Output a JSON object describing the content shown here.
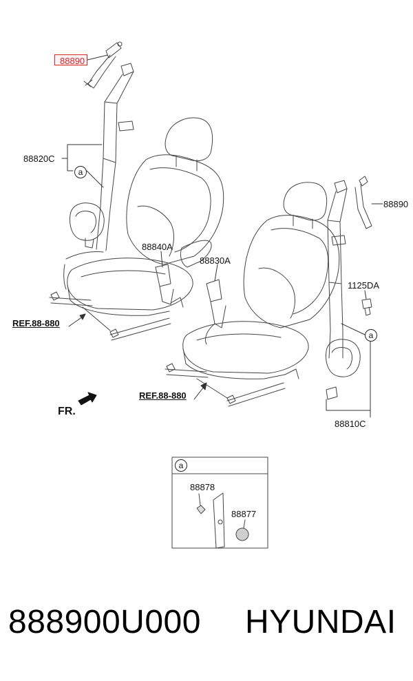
{
  "labels": {
    "highlight_part": "88890",
    "left_retractor": "88820C",
    "left_buckle": "88840A",
    "right_buckle": "88830A",
    "right_anchor": "88890",
    "bolt": "1125DA",
    "right_retractor": "88810C",
    "ref_left": "REF.88-880",
    "ref_right": "REF.88-880",
    "front": "FR.",
    "detail_tag": "a",
    "detail_part_1": "88878",
    "detail_part_2": "88877"
  },
  "footer": {
    "part_number": "888900U000",
    "brand": "HYUNDAI"
  },
  "colors": {
    "line": "#444444",
    "highlight": "#d9262c"
  }
}
